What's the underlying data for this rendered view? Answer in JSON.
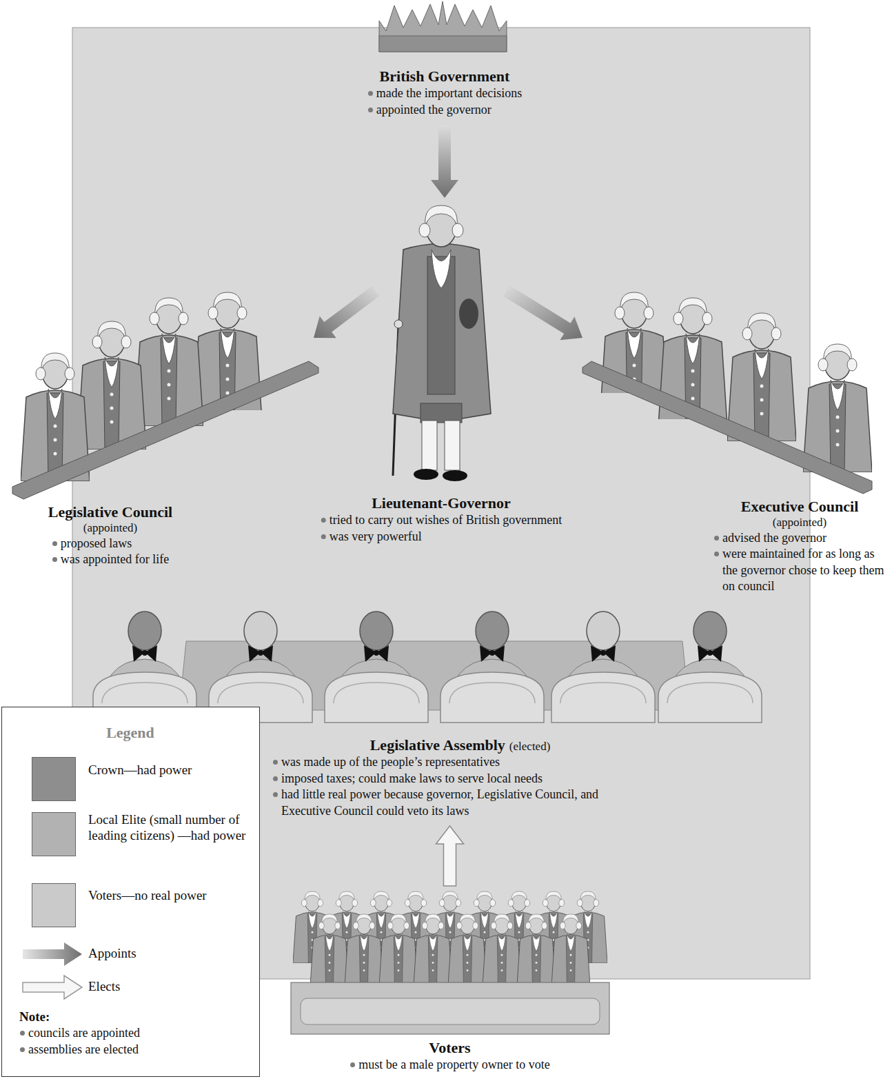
{
  "diagram": {
    "nodes": [
      {
        "text": [
          "British Government",
          "made the important decisions",
          "appointed the governor"
        ]
      },
      {
        "text": [
          "Lieutenant-Governor",
          "tried to carry out wishes of British government",
          "was very powerful"
        ]
      },
      {
        "text": [
          "Legislative Council",
          "(appointed)",
          "proposed laws",
          "was appointed for life"
        ]
      },
      {
        "text": [
          "Executive Council",
          "(appointed)",
          "advised the governor",
          "were maintained for as long as the governor chose to keep them on council"
        ]
      },
      {
        "text": [
          "Legislative Assembly",
          "(elected)",
          "was made up of the people’s representatives",
          "imposed taxes; could make laws to serve local needs",
          "had little real power because governor, Legislative Council, and Executive Council could veto its laws"
        ]
      },
      {
        "text": [
          "Voters",
          "must be a male property owner to vote"
        ]
      }
    ],
    "edges": [
      {
        "from": 0,
        "to": 1,
        "arrow": "to"
      },
      {
        "from": 1,
        "to": 2,
        "arrow": "to"
      },
      {
        "from": 1,
        "to": 3,
        "arrow": "to"
      },
      {
        "from": 5,
        "to": 4,
        "arrow": "to"
      }
    ],
    "labels": [
      "Legend",
      "Note:",
      "councils are appointed",
      "assemblies are elected"
    ],
    "legend": [
      {
        "text": "Crown—had power",
        "color": "#8e8e8e"
      },
      {
        "text": "Local Elite (small number of leading citizens) —had power",
        "color": "#b2b2b2"
      },
      {
        "text": "Voters—no real power",
        "color": "#cacaca"
      },
      {
        "text": "Appoints"
      },
      {
        "text": "Elects"
      }
    ]
  }
}
